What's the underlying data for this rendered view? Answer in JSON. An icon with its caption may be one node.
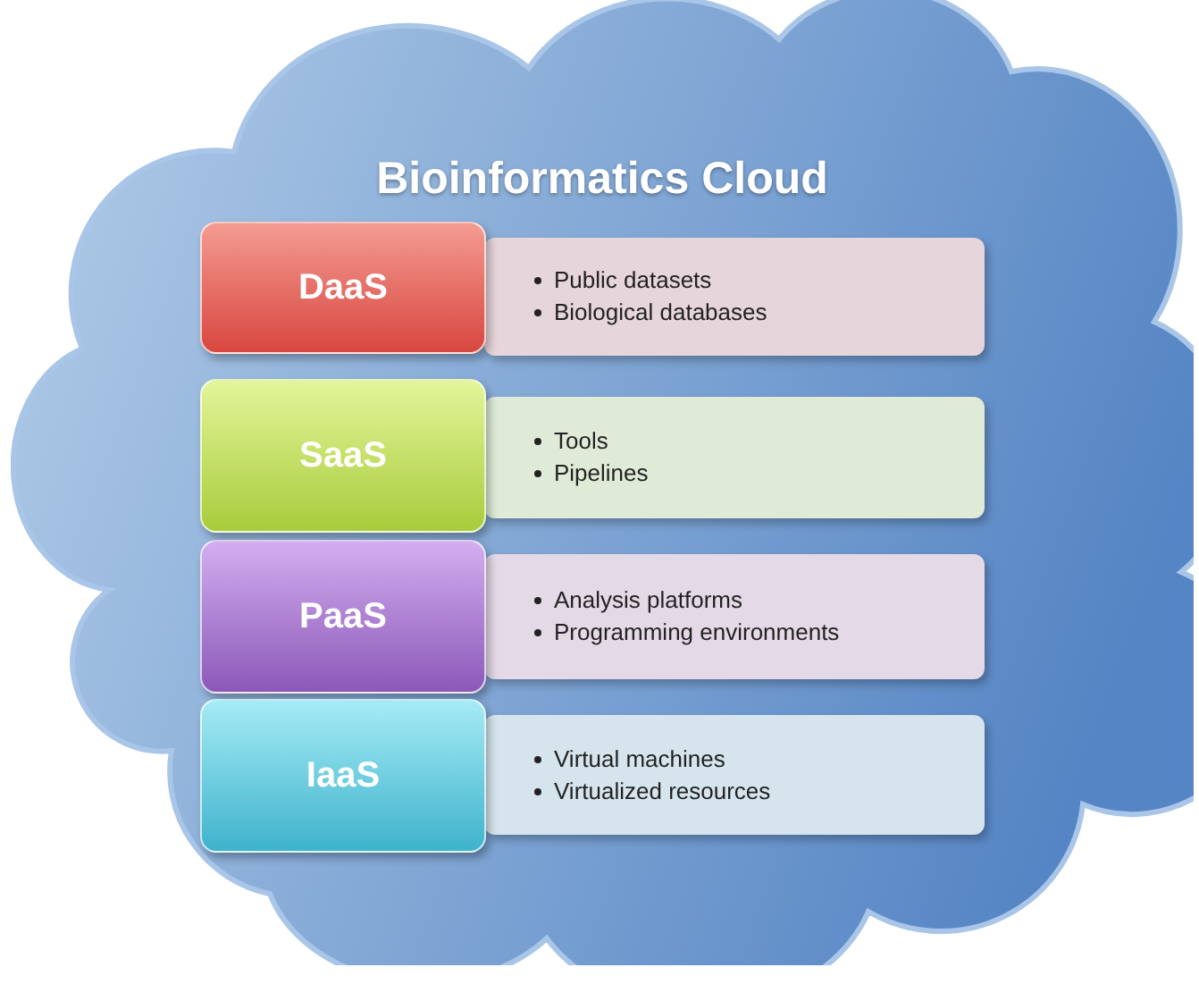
{
  "diagram": {
    "nodes": [
      {
        "text": [
          "Bioinformatics Cloud"
        ]
      },
      {
        "text": [
          "DaaS"
        ],
        "in": 0
      },
      {
        "text": [
          "Public datasets",
          "Biological databases"
        ],
        "in": 0
      },
      {
        "text": [
          "SaaS"
        ],
        "in": 0
      },
      {
        "text": [
          "Tools",
          "Pipelines"
        ],
        "in": 0
      },
      {
        "text": [
          "PaaS"
        ],
        "in": 0
      },
      {
        "text": [
          "Analysis platforms",
          "Programming environments"
        ],
        "in": 0
      },
      {
        "text": [
          "IaaS"
        ],
        "in": 0
      },
      {
        "text": [
          "Virtual machines",
          "Virtualized resources"
        ],
        "in": 0
      }
    ]
  }
}
